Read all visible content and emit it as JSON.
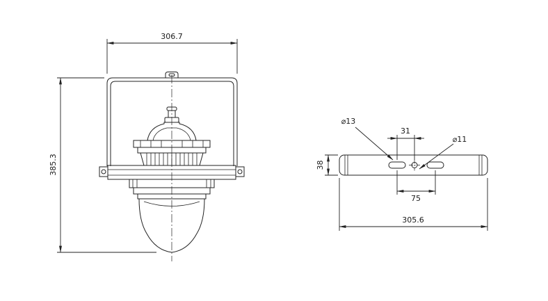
{
  "drawing": {
    "front_view": {
      "width_dim": "306.7",
      "height_dim": "385.3"
    },
    "plate_view": {
      "slot_dia_dim": "⌀13",
      "slot_offset_dim": "31",
      "hole_dia_dim": "⌀11",
      "slot_spacing_dim": "75",
      "length_dim": "305.6",
      "height_dim": "38"
    }
  }
}
